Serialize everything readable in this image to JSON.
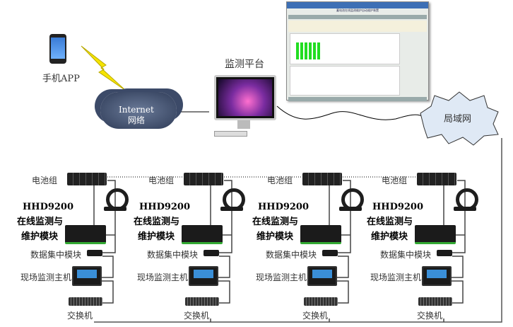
{
  "phone": {
    "label": "手机APP"
  },
  "internet": {
    "line1": "Internet",
    "line2": "网络"
  },
  "platform": {
    "label": "监测平台"
  },
  "lan": {
    "label": "局域网"
  },
  "software": {
    "title": "蓄电池在线监测维护自动维护装置"
  },
  "columns": [
    {
      "battery": "电池组",
      "model": "HHD9200",
      "module1": "在线监测与",
      "module2": "维护模块",
      "collector": "数据集中模块",
      "host": "现场监测主机",
      "switch": "交换机"
    },
    {
      "battery": "电池组",
      "model": "HHD9200",
      "module1": "在线监测与",
      "module2": "维护模块",
      "collector": "数据集中模块",
      "host": "现场监测主机",
      "switch": "交换机"
    },
    {
      "battery": "电池组",
      "model": "HHD9200",
      "module1": "在线监测与",
      "module2": "维护模块",
      "collector": "数据集中模块",
      "host": "现场监测主机",
      "switch": "交换机"
    },
    {
      "battery": "电池组",
      "model": "HHD9200",
      "module1": "在线监测与",
      "module2": "维护模块",
      "collector": "数据集中模块",
      "host": "现场监测主机",
      "switch": "交换机"
    }
  ],
  "colors": {
    "lightning": "#f5e400",
    "cloud": "#4a5a78",
    "lan_cloud": "#dfe9f5",
    "bars": "#22dd22"
  }
}
